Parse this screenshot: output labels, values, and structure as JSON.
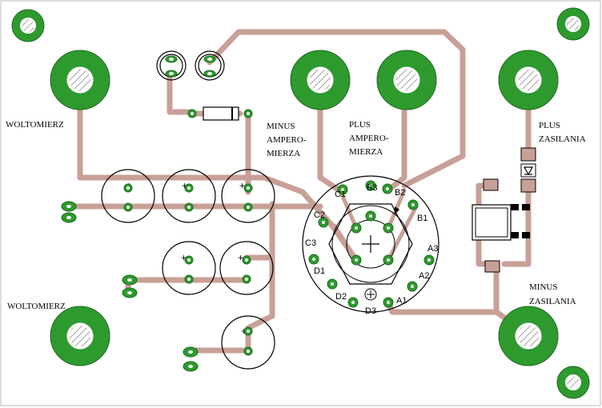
{
  "labels": {
    "voltmeter_top": "WOLTOMIERZ",
    "voltmeter_bottom": "WOLTOMIERZ",
    "minus_ammeter": [
      "MINUS",
      "AMPERO-",
      "MIERZA"
    ],
    "plus_ammeter": [
      "PLUS",
      "AMPERO-",
      "MIERZA"
    ],
    "plus_supply": [
      "PLUS",
      "ZASILANIA"
    ],
    "minus_supply": [
      "MINUS",
      "ZASILANIA"
    ]
  },
  "switch_pins": {
    "c1": "C1",
    "b3": "B3",
    "b2": "B2",
    "c2": "C2",
    "b1": "B1",
    "c3": "C3",
    "a3": "A3",
    "d1": "D1",
    "a2": "A2",
    "d2": "D2",
    "d3": "D3",
    "a1": "A1"
  },
  "colors": {
    "trace": "#c8a097",
    "pad": "#2e9a2e",
    "background": "#ffffff"
  }
}
